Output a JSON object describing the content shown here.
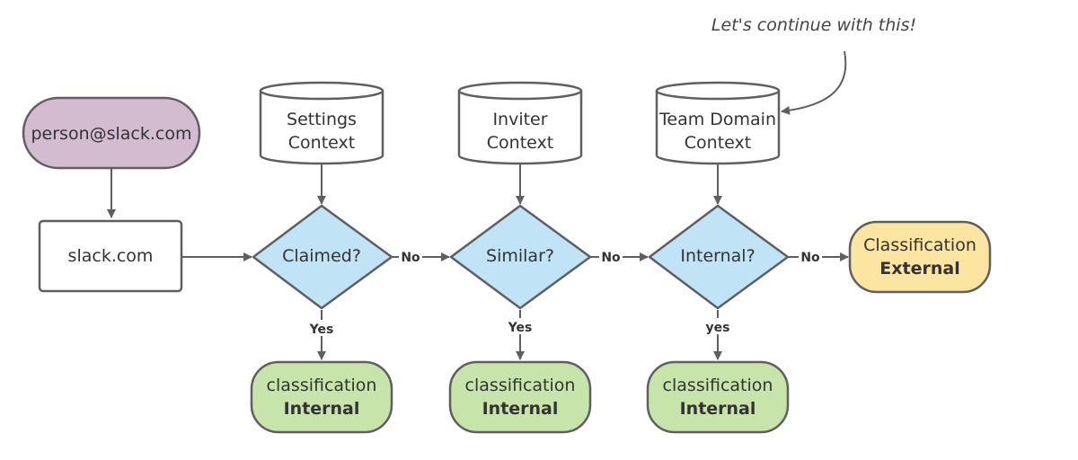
{
  "note": "Let's continue with this!",
  "nodes": {
    "email": "person@slack.com",
    "domain": "slack.com",
    "settings_context": {
      "line1": "Settings",
      "line2": "Context"
    },
    "inviter_context": {
      "line1": "Inviter",
      "line2": "Context"
    },
    "team_domain_context": {
      "line1": "Team Domain",
      "line2": "Context"
    },
    "claimed": "Claimed?",
    "similar": "Similar?",
    "internal_q": "Internal?",
    "external_result": {
      "line1": "Classification",
      "line2": "External"
    },
    "internal_result_1": {
      "line1": "classification",
      "line2": "Internal"
    },
    "internal_result_2": {
      "line1": "classification",
      "line2": "Internal"
    },
    "internal_result_3": {
      "line1": "classification",
      "line2": "Internal"
    }
  },
  "edges": {
    "claimed_no": "No",
    "similar_no": "No",
    "internal_no": "No",
    "claimed_yes": "Yes",
    "similar_yes": "Yes",
    "internal_yes": "yes"
  },
  "colors": {
    "email_fill": "#d3bcd0",
    "decision_fill": "#c1e3f6",
    "internal_fill": "#c7e5aa",
    "external_fill": "#fbe5a0",
    "stroke": "#5f5f5f"
  }
}
